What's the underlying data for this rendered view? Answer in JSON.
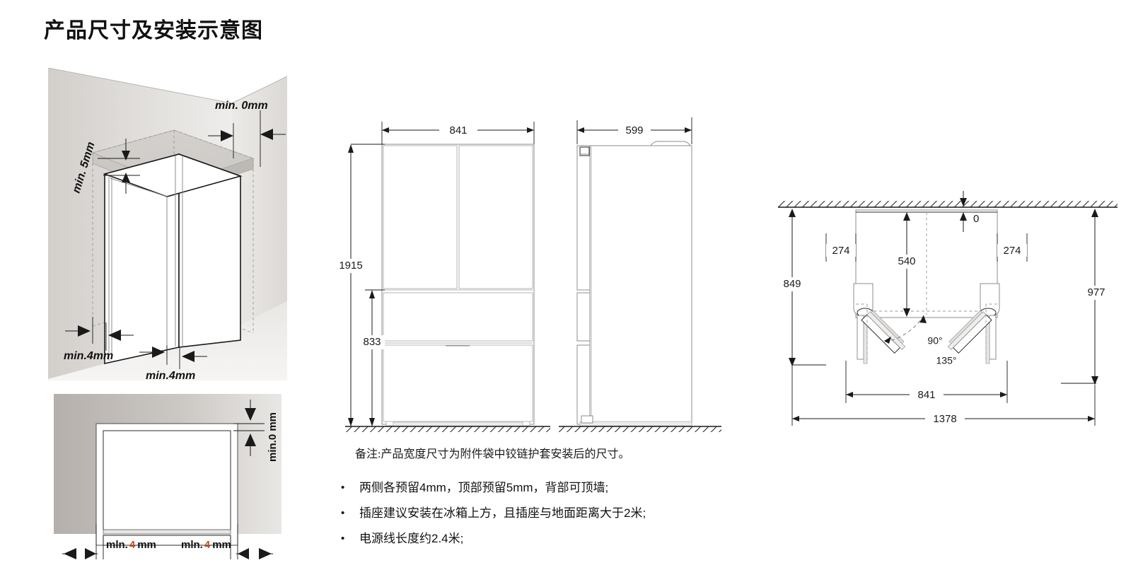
{
  "page": {
    "title": "产品尺寸及安装示意图"
  },
  "perspective_view": {
    "name": "3D installation clearance view",
    "labels": {
      "top_clearance": "min. 5mm",
      "rear_clearance": "min. 0mm",
      "left_clearance": "min.4mm",
      "right_clearance": "min.4mm"
    }
  },
  "top_view": {
    "name": "Top-down niche clearance view",
    "labels": {
      "rear_clearance": "min.0 mm",
      "left_clearance_prefix": "mln.",
      "left_clearance_value": "4",
      "left_clearance_unit": "mm",
      "right_clearance_prefix": "mln.",
      "right_clearance_value": "4",
      "right_clearance_unit": "mm"
    }
  },
  "front_view": {
    "name": "Front elevation",
    "dimensions": {
      "width": "841",
      "total_height": "1915",
      "lower_height": "833"
    }
  },
  "side_view": {
    "name": "Side elevation",
    "dimensions": {
      "depth": "599"
    }
  },
  "swing_view": {
    "name": "Door swing plan view",
    "dimensions": {
      "wall_gap": "0",
      "left_door_offset": "274",
      "right_door_offset": "274",
      "center_depth": "540",
      "left_swing_depth": "849",
      "right_swing_depth": "977",
      "cabinet_width": "841",
      "total_open_width": "1378"
    },
    "angles": {
      "angle_90": "90°",
      "angle_135": "135°"
    }
  },
  "remark": "备注:产品宽度尺寸为附件袋中铰链护套安装后的尺寸。",
  "notes": [
    "两侧各预留4mm，顶部预留5mm，背部可顶墙;",
    "插座建议安装在冰箱上方，且插座与地面距离大于2米;",
    "电源线长度约2.4米;"
  ],
  "colors": {
    "accent": "#c8501e",
    "line": "#2b2b2b",
    "wall_light": "#e6e4e1",
    "wall_mid": "#d9d6d2",
    "wall_dark": "#cac7c3"
  }
}
